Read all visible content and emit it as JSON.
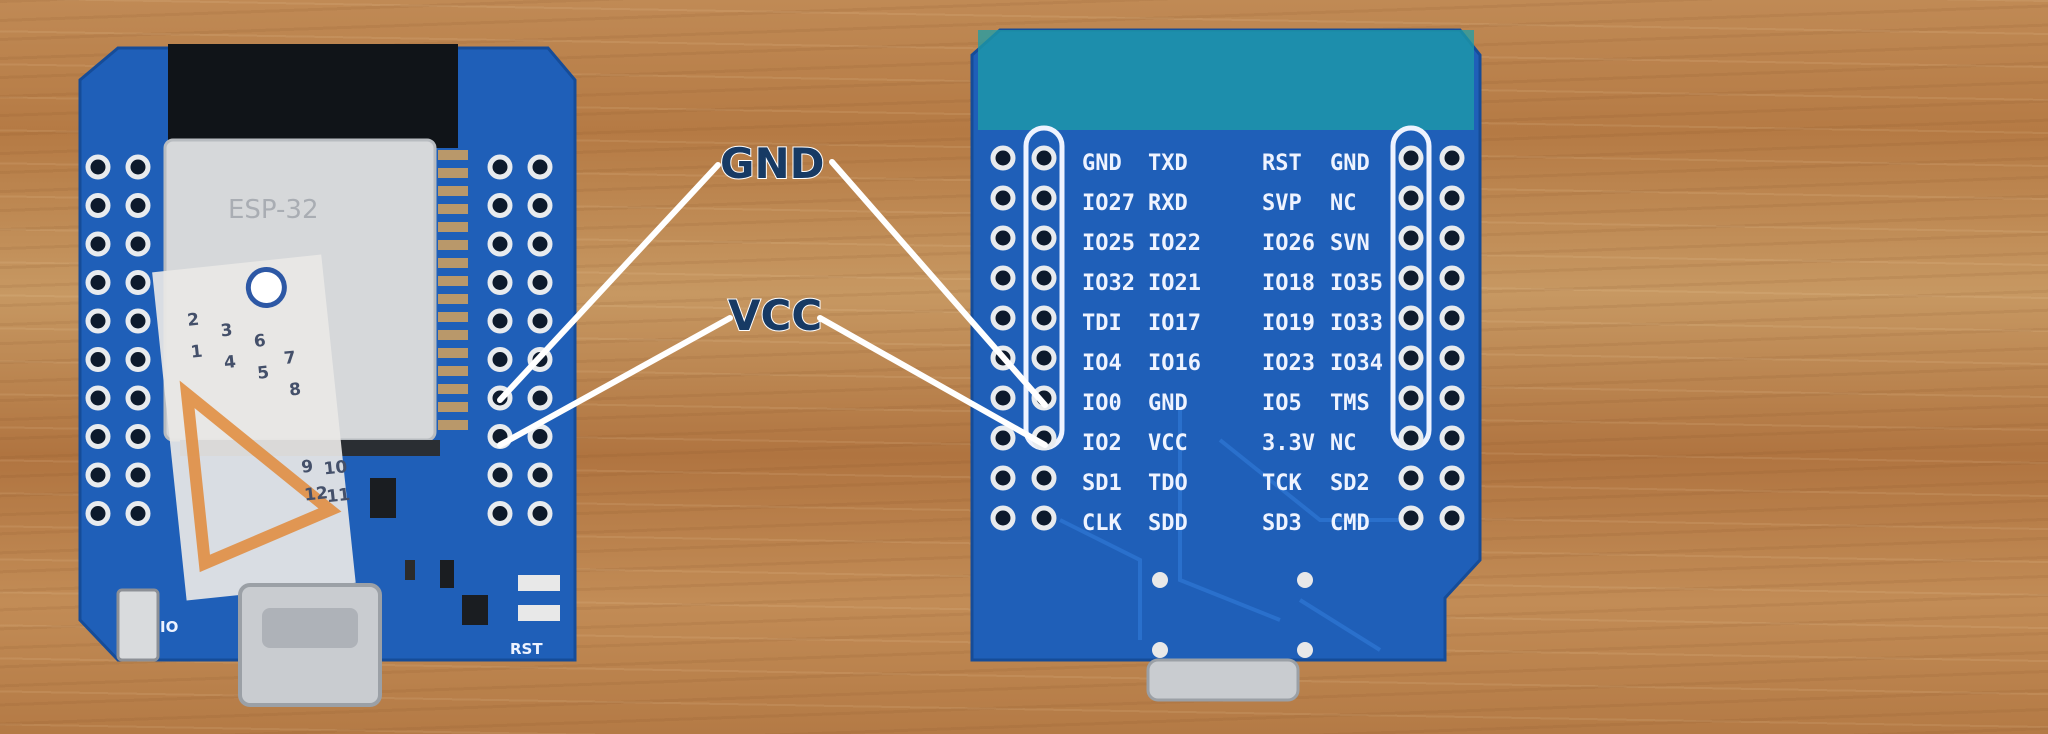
{
  "annotations": {
    "gnd_label": "GND",
    "vcc_label": "VCC"
  },
  "left_board": {
    "module_marking": "ESP-32",
    "sticker_numbers": [
      "7",
      "8",
      "6",
      "5",
      "3",
      "4",
      "2",
      "1",
      "9",
      "10",
      "12",
      "11"
    ],
    "marking_rst": "RST",
    "marking_io": "IO"
  },
  "right_board": {
    "pin_rows": [
      {
        "l1": "GND",
        "l2": "TXD",
        "r1": "RST",
        "r2": "GND"
      },
      {
        "l1": "IO27",
        "l2": "RXD",
        "r1": "SVP",
        "r2": "NC"
      },
      {
        "l1": "IO25",
        "l2": "IO22",
        "r1": "IO26",
        "r2": "SVN"
      },
      {
        "l1": "IO32",
        "l2": "IO21",
        "r1": "IO18",
        "r2": "IO35"
      },
      {
        "l1": "TDI",
        "l2": "IO17",
        "r1": "IO19",
        "r2": "IO33"
      },
      {
        "l1": "IO4",
        "l2": "IO16",
        "r1": "IO23",
        "r2": "IO34"
      },
      {
        "l1": "IO0",
        "l2": "GND",
        "r1": "IO5",
        "r2": "TMS"
      },
      {
        "l1": "IO2",
        "l2": "VCC",
        "r1": "3.3V",
        "r2": "NC"
      },
      {
        "l1": "SD1",
        "l2": "TDO",
        "r1": "TCK",
        "r2": "SD2"
      },
      {
        "l1": "CLK",
        "l2": "SDD",
        "r1": "SD3",
        "r2": "CMD"
      }
    ]
  },
  "colors": {
    "pcb_blue": "#1f5fb8",
    "label_navy": "#173a64",
    "leader_line": "#ffffff"
  }
}
